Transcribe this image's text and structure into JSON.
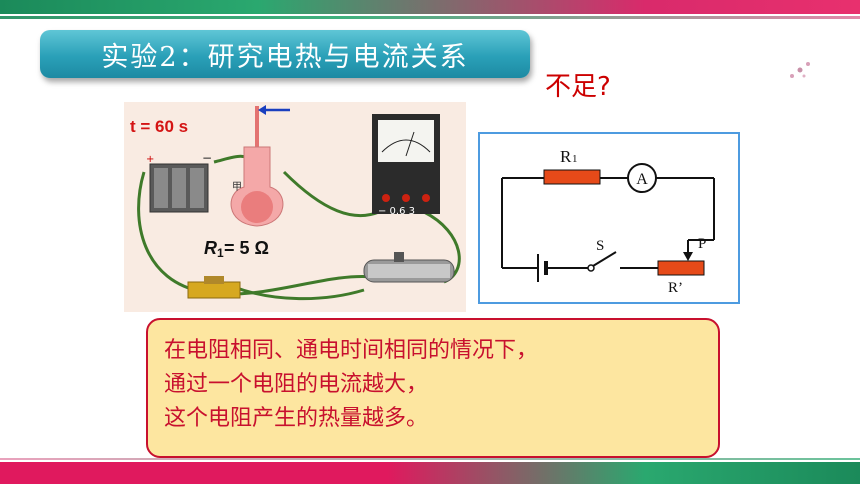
{
  "title": "实验2：研究电热与电流关系",
  "question": "不足?",
  "photo": {
    "time_label": "t = 60 s",
    "resistance_label_R": "R",
    "resistance_label_sub": "1",
    "resistance_label_value": " = 5 Ω",
    "flask_label": "甲",
    "ammeter_scale": "− 0.6 3"
  },
  "circuit": {
    "r1_label": "R",
    "r1_sub": "1",
    "ammeter_label": "A",
    "switch_label": "S",
    "slider_label": "P",
    "rheostat_label": "R’"
  },
  "note": {
    "lines": [
      "在电阻相同、通电时间相同的情况下，",
      "通过一个电阻的电流越大，",
      "这个电阻产生的热量越多。"
    ]
  },
  "colors": {
    "title_bg": "#2aa0b8",
    "note_bg": "#fde6a0",
    "note_text": "#c8102e",
    "resistor": "#e64a19",
    "circuit_border": "#4d9be0"
  }
}
